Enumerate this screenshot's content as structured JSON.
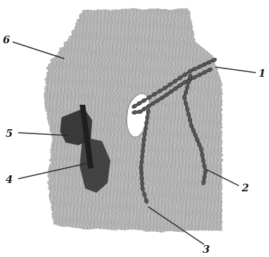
{
  "labels": [
    {
      "id": "label-1",
      "text": "1"
    },
    {
      "id": "label-2",
      "text": "2"
    },
    {
      "id": "label-3",
      "text": "3"
    },
    {
      "id": "label-4",
      "text": "4"
    },
    {
      "id": "label-5",
      "text": "5"
    },
    {
      "id": "label-6",
      "text": "6"
    }
  ],
  "colors": {
    "tissue": "#b5b5b5",
    "tissue_dark": "#8f8f8f",
    "vessel": "#565656",
    "lesion": "#2c2c2c",
    "ink": "#1c1c1c"
  }
}
